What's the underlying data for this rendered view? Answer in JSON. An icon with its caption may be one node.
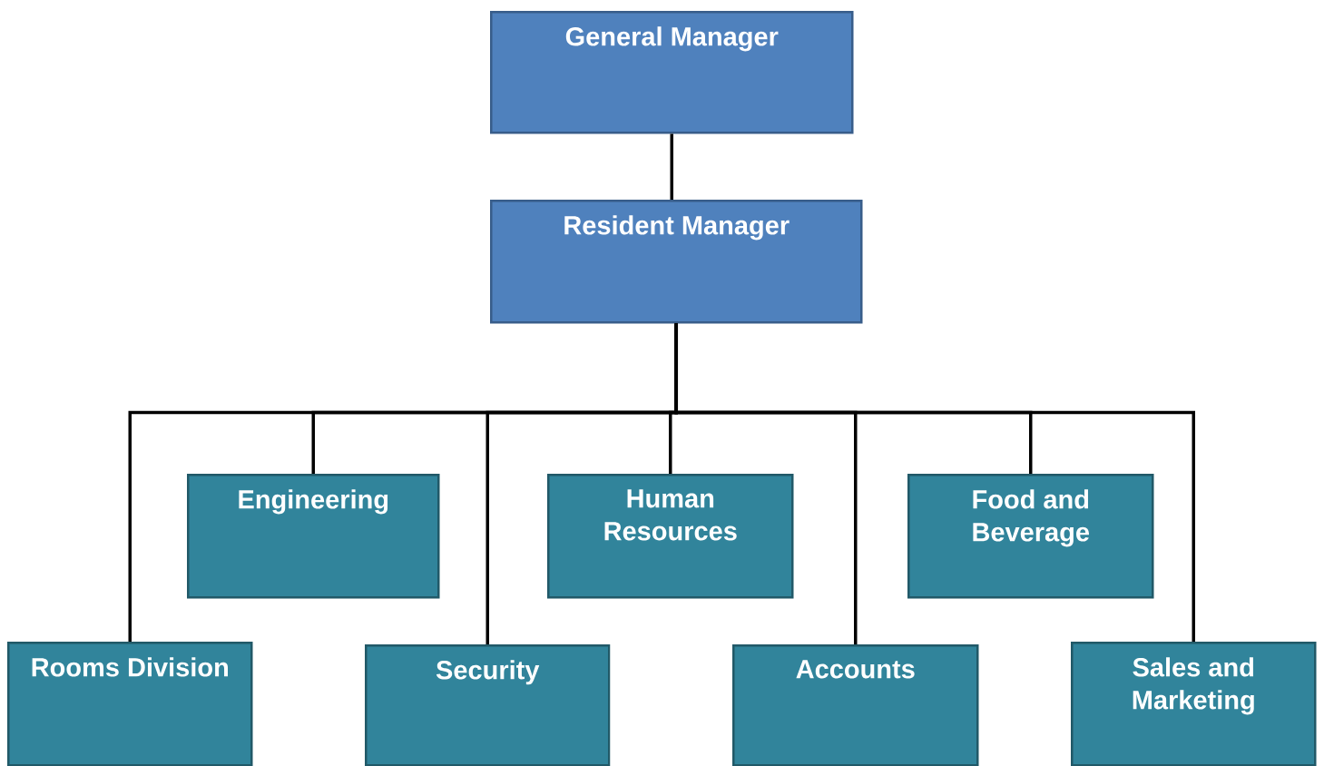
{
  "diagram": {
    "nodes": [
      {
        "text": [
          "General Manager"
        ]
      },
      {
        "text": [
          "Resident Manager"
        ]
      },
      {
        "text": [
          "Engineering"
        ]
      },
      {
        "text": [
          "Human Resources"
        ]
      },
      {
        "text": [
          "Food and Beverage"
        ]
      },
      {
        "text": [
          "Rooms Division"
        ]
      },
      {
        "text": [
          "Security"
        ]
      },
      {
        "text": [
          "Accounts"
        ]
      },
      {
        "text": [
          "Sales and Marketing"
        ]
      }
    ],
    "edges": [
      {
        "from": 0,
        "to": 1,
        "arrow": "none"
      },
      {
        "from": 1,
        "to": 5,
        "arrow": "none"
      },
      {
        "from": 1,
        "to": 2,
        "arrow": "none"
      },
      {
        "from": 1,
        "to": 6,
        "arrow": "none"
      },
      {
        "from": 1,
        "to": 3,
        "arrow": "none"
      },
      {
        "from": 1,
        "to": 7,
        "arrow": "none"
      },
      {
        "from": 1,
        "to": 4,
        "arrow": "none"
      },
      {
        "from": 1,
        "to": 8,
        "arrow": "none"
      }
    ]
  }
}
